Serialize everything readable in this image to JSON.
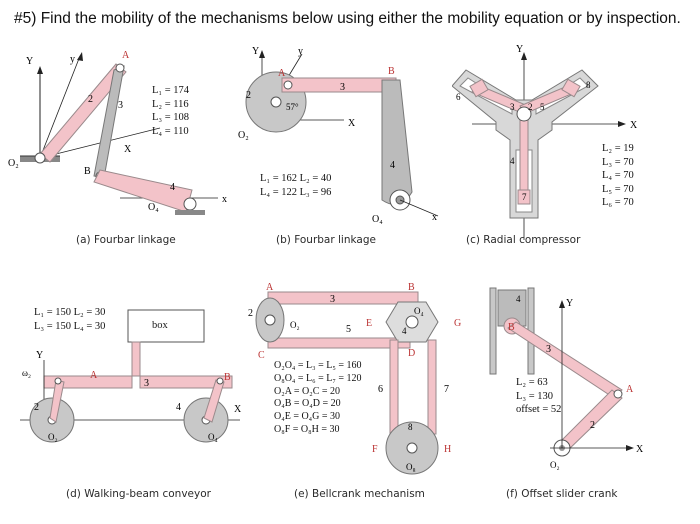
{
  "question": "#5) Find the mobility of the mechanisms below using either the mobility equation or by inspection.",
  "colors": {
    "link": "#f3c3c9",
    "link_stroke": "#9a8a8c",
    "gray": "#b9b9b9",
    "ground": "#8a8a8a"
  },
  "panels": [
    {
      "caption": "(a) Fourbar linkage",
      "params": [
        "L₁ = 174",
        "L₂ = 116",
        "L₃ = 108",
        "L₄ = 110"
      ],
      "labels": {
        "y1": "Y",
        "y2": "y",
        "x": "X",
        "x2": "x",
        "a": "A",
        "b": "B",
        "o2": "O₂",
        "o4": "O₄",
        "n2": "2",
        "n3": "3",
        "n4": "4"
      }
    },
    {
      "caption": "(b) Fourbar linkage",
      "params": [
        "L₁ = 162  L₂ = 40",
        "L₄ = 122  L₃ = 96"
      ],
      "labels": {
        "y1": "Y",
        "y2": "y",
        "x": "X",
        "x2": "x",
        "a": "A",
        "b": "B",
        "o2": "O₂",
        "o4": "O₄",
        "n2": "2",
        "n3": "3",
        "n4": "4",
        "angle": "57°"
      }
    },
    {
      "caption": "(c) Radial compressor",
      "params": [
        "L₂ = 19",
        "L₃ = 70",
        "L₄ = 70",
        "L₅ = 70",
        "L₆ = 70"
      ],
      "labels": {
        "y": "Y",
        "x": "X",
        "n2": "2",
        "n3": "3",
        "n4": "4",
        "n5": "5",
        "n6": "6",
        "n7": "7",
        "n8": "8"
      }
    },
    {
      "caption": "(d) Walking-beam conveyor",
      "params": [
        "L₁ = 150  L₂ = 30",
        "L₃ = 150  L₄ = 30"
      ],
      "box": "box",
      "labels": {
        "y": "Y",
        "x": "X",
        "a": "A",
        "b": "B",
        "o2": "O₂",
        "o4": "O₄",
        "n2": "2",
        "n3": "3",
        "n4": "4",
        "w2": "ω₂"
      }
    },
    {
      "caption": "(e) Bellcrank mechanism",
      "params": [
        "O₂O₄ = L₃ = L₅ = 160",
        "O₈O₄ = L₆ = L₇ = 120",
        "O₂A = O₂C = 20",
        "O₄B = O₄D = 20",
        "O₄E = O₄G = 30",
        "O₈F = O₈H = 30"
      ],
      "labels": {
        "a": "A",
        "b": "B",
        "c": "C",
        "d": "D",
        "e": "E",
        "f": "F",
        "g": "G",
        "h": "H",
        "o2": "O₂",
        "o4": "O₄",
        "o8": "O₈",
        "n2": "2",
        "n3": "3",
        "n4": "4",
        "n5": "5",
        "n6": "6",
        "n7": "7",
        "n8": "8"
      }
    },
    {
      "caption": "(f) Offset slider crank",
      "params": [
        "L₂ = 63",
        "L₃ = 130",
        "offset = 52"
      ],
      "labels": {
        "y": "Y",
        "x": "X",
        "a": "A",
        "b": "B",
        "o2": "O₂",
        "n2": "2",
        "n3": "3",
        "n4": "4"
      }
    }
  ]
}
